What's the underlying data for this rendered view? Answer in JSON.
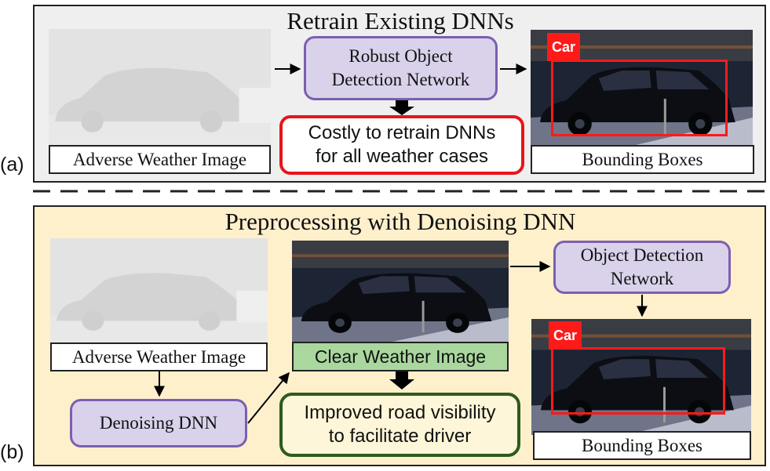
{
  "panel_a": {
    "label": "(a)",
    "title": "Retrain Existing DNNs",
    "input_caption": "Adverse Weather Image",
    "network": "Robust Object\nDetection Network",
    "issue": "Costly to retrain DNNs\nfor all weather cases",
    "output_caption": "Bounding Boxes",
    "detection_label": "Car"
  },
  "panel_b": {
    "label": "(b)",
    "title": "Preprocessing with Denoising DNN",
    "input_caption": "Adverse Weather Image",
    "denoiser": "Denoising DNN",
    "clear_caption": "Clear Weather Image",
    "benefit": "Improved road visibility\nto facilitate driver",
    "network": "Object Detection\nNetwork",
    "output_caption": "Bounding Boxes",
    "detection_label": "Car"
  },
  "colors": {
    "panel_a_bg": "#efefef",
    "panel_b_bg": "#fff0cc",
    "node_fill": "#d9d2ea",
    "node_border": "#7b5fb0",
    "warn_border": "#e8141b",
    "good_border": "#2e5a1e",
    "clear_caption_fill": "#a9d79e"
  }
}
